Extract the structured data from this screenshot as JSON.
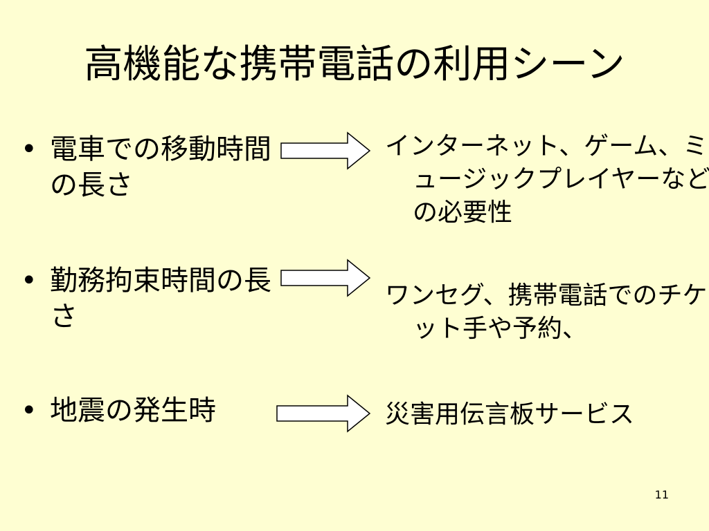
{
  "slide": {
    "title": "高機能な携帯電話の利用シーン",
    "bullet_char": "•",
    "rows": [
      {
        "scene": "電車での移動時間の長さ",
        "use": "インターネット、ゲーム、ミュージックプレイヤーなどの必要性"
      },
      {
        "scene": "勤務拘束時間の長さ",
        "use": "ワンセグ、携帯電話でのチケット手や予約、"
      },
      {
        "scene": "地震の発生時",
        "use": "災害用伝言板サービス"
      }
    ],
    "page_number": "11"
  },
  "colors": {
    "background": "#fefed2",
    "arrow_fill": "#ffffff",
    "arrow_stroke": "#000000"
  }
}
